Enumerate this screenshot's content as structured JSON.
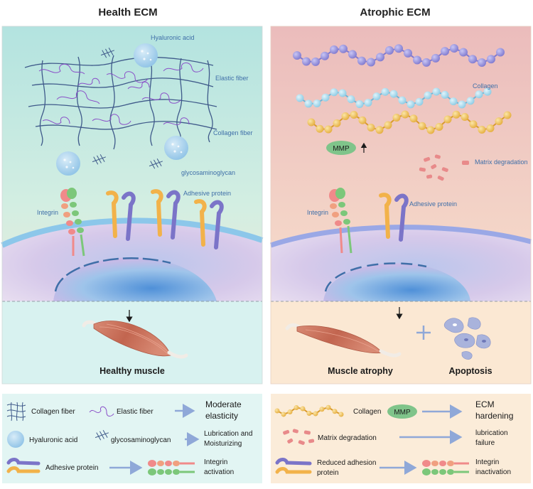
{
  "headers": {
    "left": "Health ECM",
    "right": "Atrophic ECM"
  },
  "health_labels": {
    "hyaluronic_acid": "Hyaluronic acid",
    "elastic_fiber": "Elastic fiber",
    "collagen_fiber": "Collagen fiber",
    "glycosaminoglycan": "glycosaminoglycan",
    "adhesive_protein": "Adhesive protein",
    "integrin": "Integrin"
  },
  "atrophic_labels": {
    "collagen": "Collagen",
    "mmp": "MMP",
    "matrix_degradation": "Matrix degradation",
    "adhesive_protein": "Adhesive protein",
    "integrin": "Integrin"
  },
  "outcomes": {
    "healthy_muscle": "Healthy muscle",
    "muscle_atrophy": "Muscle atrophy",
    "apoptosis": "Apoptosis"
  },
  "legend_left": {
    "collagen_fiber": "Collagen fiber",
    "elastic_fiber": "Elastic fiber",
    "moderate_elasticity": [
      "Moderate",
      "elasticity"
    ],
    "hyaluronic_acid": "Hyaluronic acid",
    "glycosaminoglycan": "glycosaminoglycan",
    "lubrication": [
      "Lubrication and",
      "Moisturizing"
    ],
    "adhesive_protein": "Adhesive protein",
    "integrin_activation": [
      "Integrin",
      "activation"
    ]
  },
  "legend_right": {
    "collagen": "Collagen",
    "mmp": "MMP",
    "ecm_hardening": [
      "ECM",
      "hardening"
    ],
    "matrix_degradation": "Matrix degradation",
    "lubrication_failure": [
      "lubrication",
      "failure"
    ],
    "reduced_adhesion": [
      "Reduced adhesion",
      "protein"
    ],
    "integrin_inactivation": [
      "Integrin",
      "inactivation"
    ]
  },
  "colors": {
    "health_bg_top": "#b9e6e3",
    "atrophic_bg_top": "#ecc0c0",
    "legend_left_bg": "#e2f5f3",
    "legend_right_bg": "#fbecd9",
    "label_blue": "#3f6fa8",
    "arrow_blue": "#8fa8d8"
  }
}
